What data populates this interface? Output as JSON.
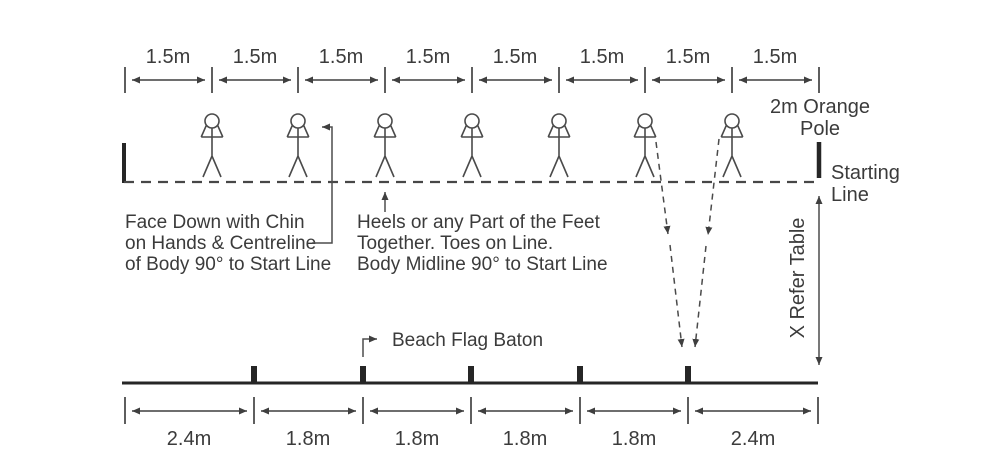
{
  "colors": {
    "ink": "#3b3b3b",
    "line": "#4d4d4d",
    "baton": "#262626",
    "background": "#ffffff"
  },
  "top_measurements": {
    "labels": [
      "1.5m",
      "1.5m",
      "1.5m",
      "1.5m",
      "1.5m",
      "1.5m",
      "1.5m",
      "1.5m"
    ]
  },
  "start_area": {
    "orange_pole_line1": "2m Orange",
    "orange_pole_line2": "Pole",
    "starting_line_line1": "Starting",
    "starting_line_line2": "Line",
    "refer_table_label": "X Refer Table"
  },
  "annotations": {
    "face_down_line1": "Face Down with Chin",
    "face_down_line2": "on Hands & Centreline",
    "face_down_line3": "of Body 90° to Start Line",
    "heels_line1": "Heels or any Part of the Feet",
    "heels_line2": "Together. Toes on Line.",
    "heels_line3": "Body Midline 90° to Start Line",
    "baton_label": "Beach Flag Baton"
  },
  "bottom_measurements": {
    "labels": [
      "2.4m",
      "1.8m",
      "1.8m",
      "1.8m",
      "1.8m",
      "2.4m"
    ]
  }
}
